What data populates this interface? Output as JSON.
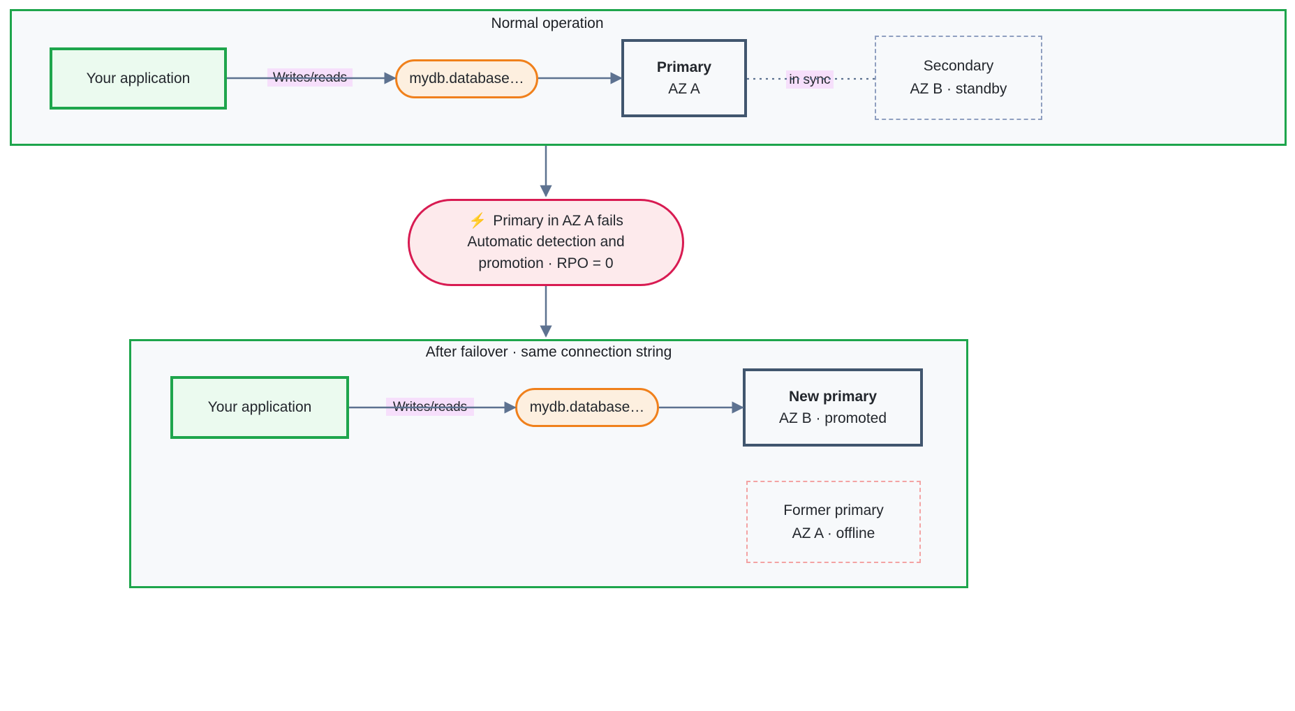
{
  "diagram": {
    "title_top": "Normal operation",
    "title_bottom": "After failover · same connection string"
  },
  "colors": {
    "group_border": "#1ea54c",
    "group_fill": "#f7f9fb",
    "app_fill": "#ebfaef",
    "app_border": "#1ea54c",
    "endpoint_fill": "#fdefdf",
    "endpoint_border": "#f0801b",
    "db_border": "#41566e",
    "ghost_border": "#8f9fc0",
    "ghost_red_border": "#f3a3a3",
    "event_fill": "#fdeaec",
    "event_border": "#d81b52",
    "edge_label_fill": "#f6dffb",
    "edge_stroke": "#5d7290",
    "text": "#23272d"
  },
  "top_panel": {
    "title": "Normal operation",
    "app": {
      "label": "Your application"
    },
    "endpoint": {
      "label": "mydb.database…"
    },
    "primary": {
      "line1": "Primary",
      "line2": "AZ A"
    },
    "secondary": {
      "line1": "Secondary",
      "line2": "AZ B · standby"
    },
    "edge_app_to_endpoint": {
      "label": "Writes/reads"
    },
    "edge_primary_to_secondary": {
      "label": "in sync"
    }
  },
  "event": {
    "icon": "lightning-bolt-icon",
    "icon_glyph": "⚡",
    "line1": "Primary in AZ A fails",
    "line2": "Automatic detection and",
    "line3": "promotion · RPO = 0"
  },
  "bottom_panel": {
    "title_line1": "After failover · same connection",
    "title_line2": "string",
    "app": {
      "label": "Your application"
    },
    "endpoint": {
      "label": "mydb.database…"
    },
    "new_primary": {
      "line1": "New primary",
      "line2": "AZ B · promoted"
    },
    "former_primary": {
      "line1": "Former primary",
      "line2": "AZ A · offline"
    },
    "edge_app_to_endpoint": {
      "label": "Writes/reads"
    }
  }
}
